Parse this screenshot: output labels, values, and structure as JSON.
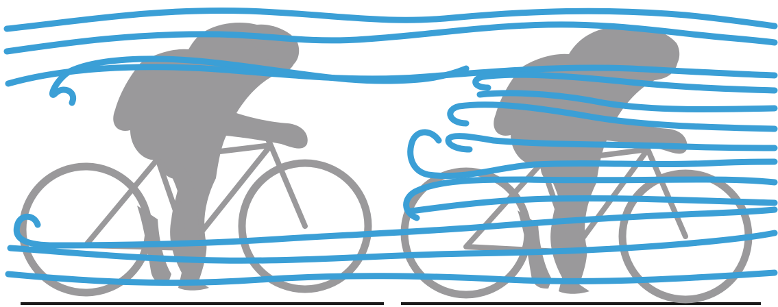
{
  "colors": {
    "background": "#ffffff",
    "silhouette": "#9a999b",
    "airflow": "#3b9fd6",
    "ground": "#1a1a1a"
  },
  "scene": {
    "cyclists": [
      {
        "name": "lead-cyclist",
        "icon": "cyclist-silhouette-icon"
      },
      {
        "name": "drafting-cyclist",
        "icon": "cyclist-silhouette-icon"
      }
    ],
    "airflow_lines": 14
  }
}
